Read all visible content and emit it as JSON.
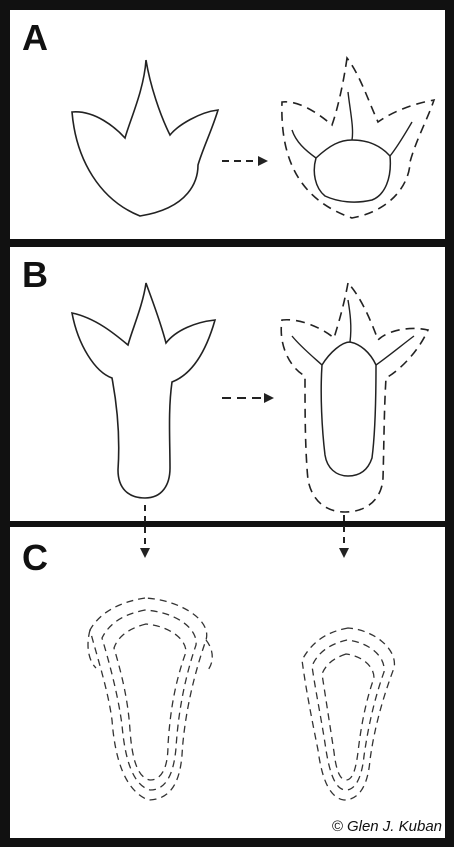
{
  "panels": [
    {
      "label": "A"
    },
    {
      "label": "B"
    },
    {
      "label": "C"
    }
  ],
  "copyright": "© Glen J. Kuban",
  "colors": {
    "line": "#222222",
    "border": "#111111",
    "background": "#ffffff"
  }
}
